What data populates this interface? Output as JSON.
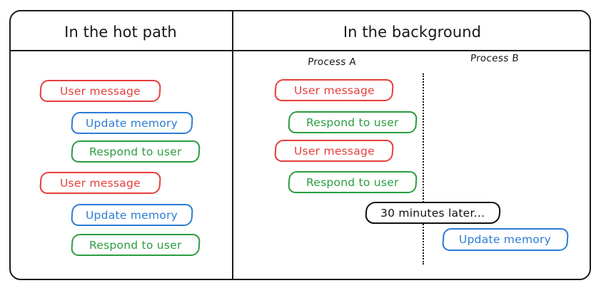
{
  "diagram": {
    "type": "two-column comparison diagram",
    "columns": [
      {
        "id": "hot-path",
        "header": "In the hot path",
        "steps": [
          {
            "label": "User message",
            "color": "#e63e3a",
            "kind": "red",
            "indent": "none"
          },
          {
            "label": "Update memory",
            "color": "#2b7cd3",
            "kind": "blue",
            "indent": "right"
          },
          {
            "label": "Respond to user",
            "color": "#2a9d3f",
            "kind": "green",
            "indent": "right"
          },
          {
            "label": "User message",
            "color": "#e63e3a",
            "kind": "red",
            "indent": "none"
          },
          {
            "label": "Update memory",
            "color": "#2b7cd3",
            "kind": "blue",
            "indent": "right"
          },
          {
            "label": "Respond to user",
            "color": "#2a9d3f",
            "kind": "green",
            "indent": "right"
          }
        ]
      },
      {
        "id": "background",
        "header": "In the background",
        "lanes": [
          {
            "id": "process-a",
            "label": "Process A"
          },
          {
            "id": "process-b",
            "label": "Process B"
          }
        ],
        "process_a_steps": [
          {
            "label": "User message",
            "color": "#e63e3a",
            "kind": "red",
            "indent": "none"
          },
          {
            "label": "Respond to user",
            "color": "#2a9d3f",
            "kind": "green",
            "indent": "right"
          },
          {
            "label": "User message",
            "color": "#e63e3a",
            "kind": "red",
            "indent": "none"
          },
          {
            "label": "Respond to user",
            "color": "#2a9d3f",
            "kind": "green",
            "indent": "right"
          }
        ],
        "time_marker": {
          "label": "30 minutes later...",
          "color": "#101010"
        },
        "process_b_steps": [
          {
            "label": "Update memory",
            "color": "#2b7cd3",
            "kind": "blue"
          }
        ]
      }
    ],
    "palette": {
      "red": "#e63e3a",
      "blue": "#2b7cd3",
      "green": "#2a9d3f",
      "black": "#101010",
      "background": "#ffffff"
    }
  }
}
